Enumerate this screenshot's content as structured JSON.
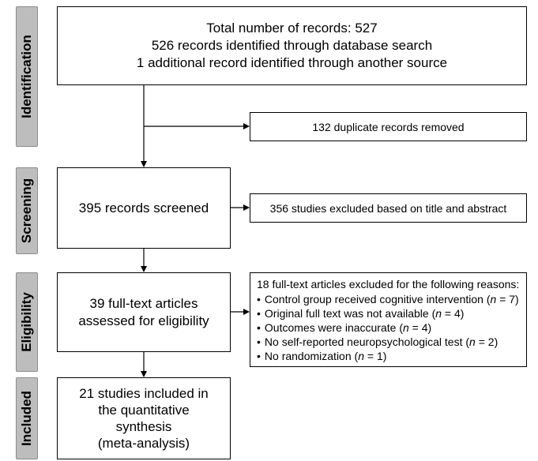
{
  "stages": [
    "Identification",
    "Screening",
    "Eligibility",
    "Included"
  ],
  "identification": {
    "lines": [
      "Total number of records: 527",
      "526 records identified through database search",
      "1 additional record identified through another source"
    ]
  },
  "duplicates": "132 duplicate records removed",
  "screened": "395 records screened",
  "excluded_title": "356 studies excluded based on title and abstract",
  "eligibility": {
    "lines": [
      "39 full-text articles",
      "assessed for eligibility"
    ]
  },
  "fulltext_excluded": {
    "header": "18 full-text articles excluded for the following reasons:",
    "reasons": [
      {
        "text": "Control group received cognitive intervention (",
        "n": "7"
      },
      {
        "text": "Original full text was not available (",
        "n": "4"
      },
      {
        "text": "Outcomes were inaccurate (",
        "n": "4"
      },
      {
        "text": "No self-reported neuropsychological test (",
        "n": "2"
      },
      {
        "text": "No randomization (",
        "n": "1"
      }
    ],
    "n_label": "n",
    "n_eq": " = ",
    "close": ")"
  },
  "included": {
    "lines": [
      "21 studies included in",
      "the quantitative",
      "synthesis",
      "(meta-analysis)"
    ]
  }
}
